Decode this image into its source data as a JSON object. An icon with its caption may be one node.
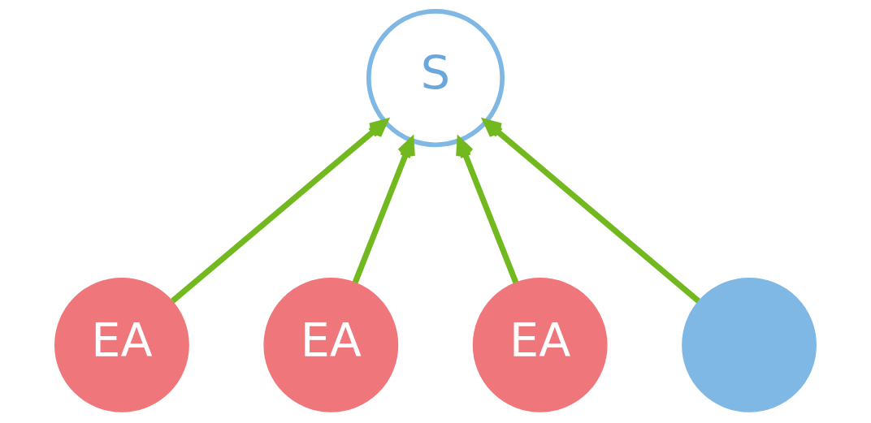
{
  "diagram": {
    "nodes": [
      {
        "text": [
          "S"
        ]
      },
      {
        "text": [
          "EA"
        ]
      },
      {
        "text": [
          "EA"
        ]
      },
      {
        "text": [
          "EA"
        ]
      },
      {
        "text": [],
        "shape": "circle"
      }
    ],
    "edges": [
      {
        "from": 1,
        "to": 0,
        "arrow": "to"
      },
      {
        "from": 2,
        "to": 0,
        "arrow": "to"
      },
      {
        "from": 3,
        "to": 0,
        "arrow": "to"
      },
      {
        "from": 4,
        "to": 0,
        "arrow": "to"
      }
    ]
  }
}
